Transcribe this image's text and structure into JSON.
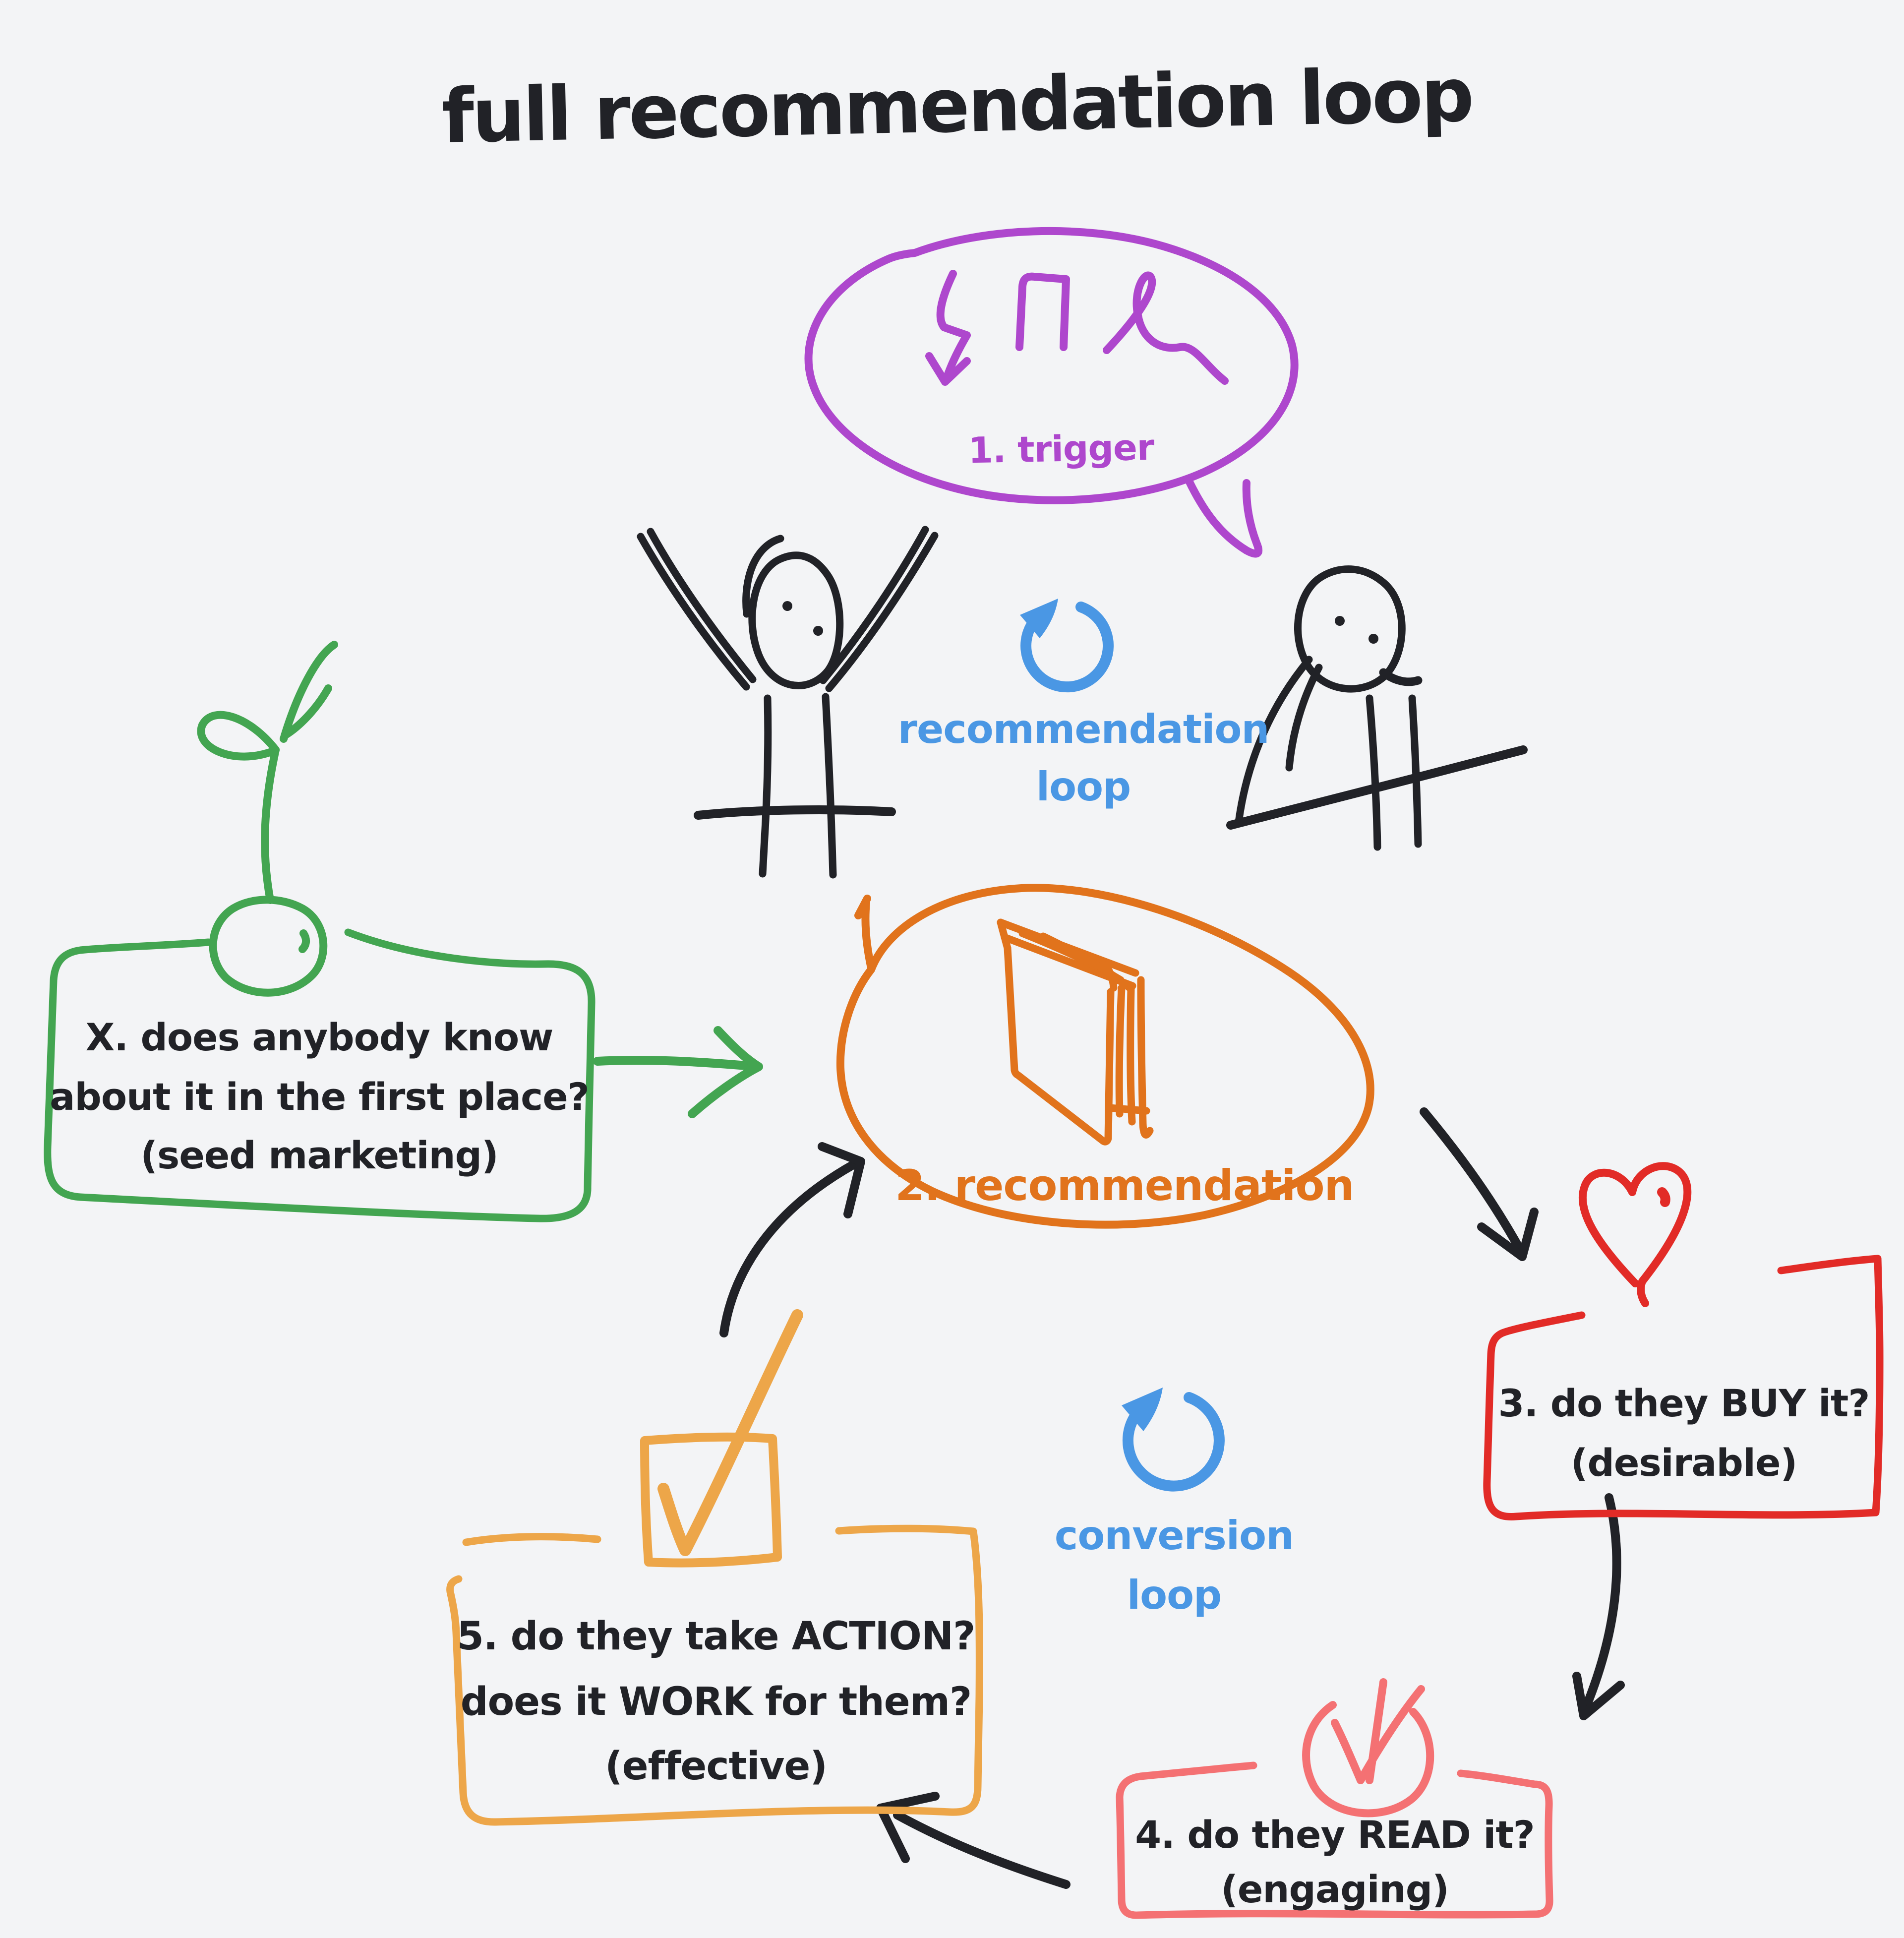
{
  "title": "full recommendation loop",
  "colors": {
    "background": "#f3f4f6",
    "ink": "#212227",
    "purple": "#ae47cd",
    "blue": "#4a97e4",
    "green": "#43a551",
    "orange": "#e1731c",
    "red": "#e22b27",
    "pink": "#f47173",
    "amber": "#eda649"
  },
  "trigger_bubble": {
    "label": "1. trigger"
  },
  "recommendation_loop_label": {
    "line1": "recommendation",
    "line2": "loop"
  },
  "conversion_loop_label": {
    "line1": "conversion",
    "line2": "loop"
  },
  "seed_box": {
    "line1": "X. does anybody know",
    "line2": "about it in the first place?",
    "line3": "(seed marketing)"
  },
  "recommendation_node": {
    "label": "2. recommendation"
  },
  "buy_box": {
    "line1": "3. do they BUY it?",
    "line2": "(desirable)"
  },
  "read_box": {
    "line1": "4. do they READ it?",
    "line2": "(engaging)"
  },
  "action_box": {
    "line1": "5. do they take ACTION?",
    "line2": "does it WORK for them?",
    "line3": "(effective)"
  }
}
